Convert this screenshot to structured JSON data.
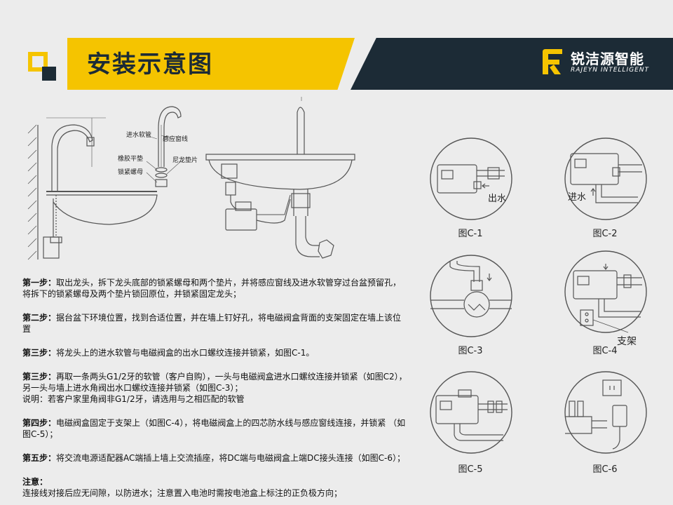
{
  "header": {
    "title": "安装示意图"
  },
  "logo": {
    "name_cn": "锐洁源智能",
    "name_en": "RAJEYN INTELLIGENT"
  },
  "diagram_labels": {
    "inlet_hose": "进水软管",
    "sensor_wire": "感应窗线",
    "rubber_gasket": "橡胶平垫",
    "nylon_gasket": "尼龙垫片",
    "lock_nut": "锁紧螺母"
  },
  "steps": [
    {
      "label": "第一步：",
      "text": "取出龙头，拆下龙头底部的锁紧螺母和两个垫片，并将感应窗线及进水软管穿过台盆预留孔，将拆下的锁紧螺母及两个垫片锁回原位，并锁紧固定龙头；"
    },
    {
      "label": "第二步：",
      "text": "据台盆下环境位置，找到合适位置，并在墙上钉好孔，将电磁阀盒背面的支架固定在墙上该位置"
    },
    {
      "label": "第三步：",
      "text": "将龙头上的进水软管与电磁阀盒的出水口螺纹连接并锁紧，如图C-1。"
    },
    {
      "label": "第三步：",
      "text": "再取一条两头G1/2牙的软管（客户自购），一头与电磁阀盒进水口螺纹连接并锁紧（如图C2），另一头与墙上进水角阀出水口螺纹连接并锁紧（如图C-3）；",
      "extra": "说明：若客户家里角阀非G1/2牙，请选用与之相匹配的软管"
    },
    {
      "label": "第四步：",
      "text": "电磁阀盒固定于支架上（如图C-4），将电磁阀盒上的四芯防水线与感应窗线连接，并锁紧 （如图C-5）；"
    },
    {
      "label": "第五步：",
      "text": "将交流电源适配器AC端插上墙上交流插座，将DC端与电磁阀盒上端DC接头连接（如图C-6）；"
    }
  ],
  "note": {
    "label": "注意：",
    "text": "连接线对接后应无间隙，以防进水；注意置入电池时需按电池盒上标注的正负极方向；"
  },
  "figures": {
    "c1": {
      "caption": "图C-1",
      "label": "出水"
    },
    "c2": {
      "caption": "图C-2",
      "label": "进水"
    },
    "c3": {
      "caption": "图C-3"
    },
    "c4": {
      "caption": "图C-4",
      "label": "支架"
    },
    "c5": {
      "caption": "图C-5"
    },
    "c6": {
      "caption": "图C-6"
    }
  },
  "colors": {
    "accent_yellow": "#f5c400",
    "dark_navy": "#1c2b36",
    "background": "#ececec",
    "line": "#555555"
  }
}
